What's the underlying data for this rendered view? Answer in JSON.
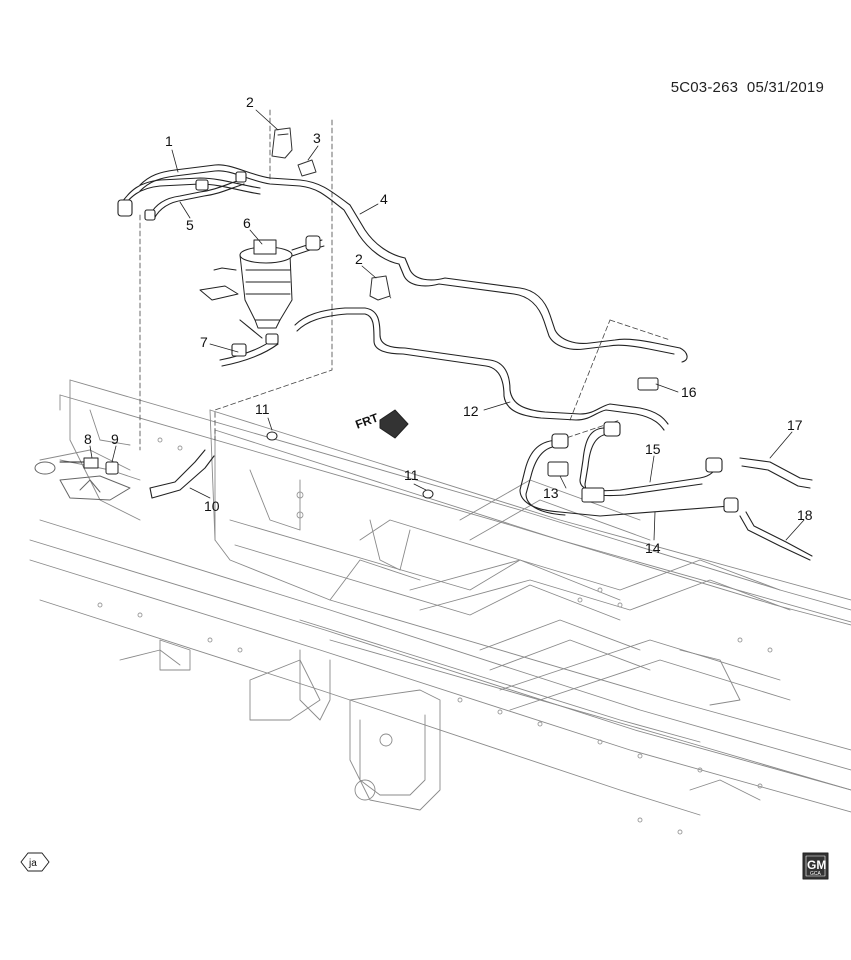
{
  "header": {
    "code": "5C03-263",
    "date": "05/31/2019"
  },
  "direction_marker": {
    "label": "FRT"
  },
  "lang_badge": {
    "label": "ja"
  },
  "logo": {
    "text": "GM",
    "subtext": "GCA"
  },
  "callouts": [
    {
      "id": "callout-1",
      "label": "1"
    },
    {
      "id": "callout-2-top",
      "label": "2"
    },
    {
      "id": "callout-3",
      "label": "3"
    },
    {
      "id": "callout-4",
      "label": "4"
    },
    {
      "id": "callout-5",
      "label": "5"
    },
    {
      "id": "callout-6",
      "label": "6"
    },
    {
      "id": "callout-2-mid",
      "label": "2"
    },
    {
      "id": "callout-7",
      "label": "7"
    },
    {
      "id": "callout-16",
      "label": "16"
    },
    {
      "id": "callout-11-a",
      "label": "11"
    },
    {
      "id": "callout-12",
      "label": "12"
    },
    {
      "id": "callout-8",
      "label": "8"
    },
    {
      "id": "callout-9",
      "label": "9"
    },
    {
      "id": "callout-17",
      "label": "17"
    },
    {
      "id": "callout-15",
      "label": "15"
    },
    {
      "id": "callout-11-b",
      "label": "11"
    },
    {
      "id": "callout-13",
      "label": "13"
    },
    {
      "id": "callout-10",
      "label": "10"
    },
    {
      "id": "callout-18",
      "label": "18"
    },
    {
      "id": "callout-14",
      "label": "14"
    }
  ]
}
